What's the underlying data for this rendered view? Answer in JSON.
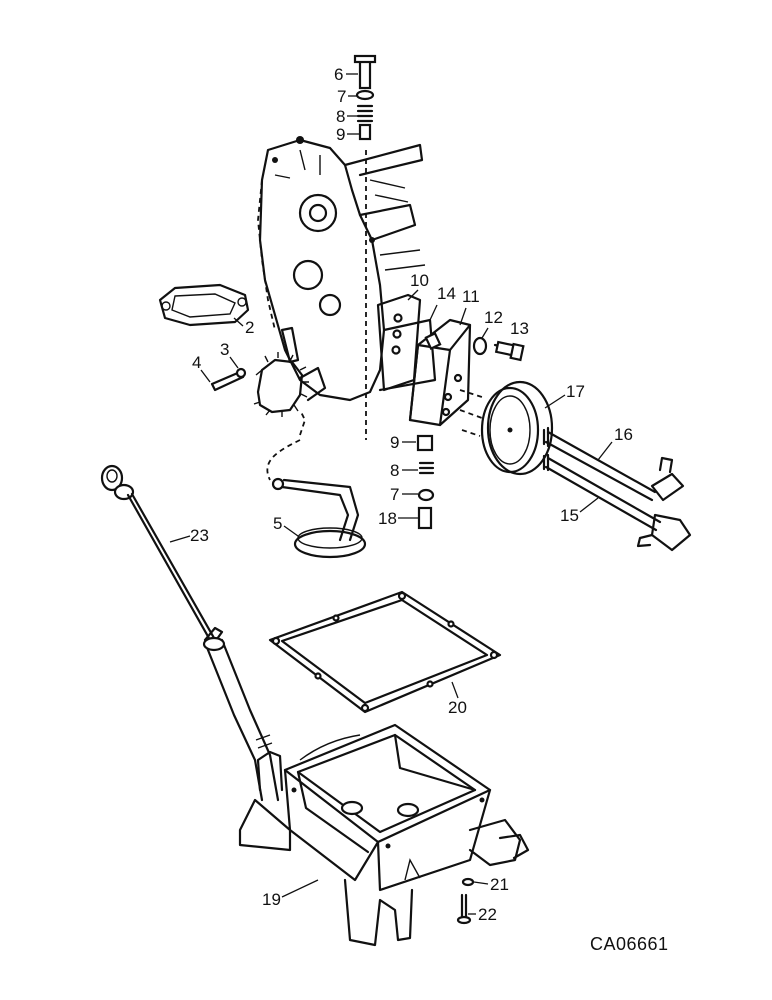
{
  "diagram": {
    "drawing_code": "CA06661",
    "callouts": [
      {
        "id": "c6",
        "label": "6"
      },
      {
        "id": "c7a",
        "label": "7"
      },
      {
        "id": "c8a",
        "label": "8"
      },
      {
        "id": "c9a",
        "label": "9"
      },
      {
        "id": "c2",
        "label": "2"
      },
      {
        "id": "c10",
        "label": "10"
      },
      {
        "id": "c14",
        "label": "14"
      },
      {
        "id": "c11",
        "label": "11"
      },
      {
        "id": "c12",
        "label": "12"
      },
      {
        "id": "c13",
        "label": "13"
      },
      {
        "id": "c4",
        "label": "4"
      },
      {
        "id": "c3",
        "label": "3"
      },
      {
        "id": "c17",
        "label": "17"
      },
      {
        "id": "c16",
        "label": "16"
      },
      {
        "id": "c9b",
        "label": "9"
      },
      {
        "id": "c8b",
        "label": "8"
      },
      {
        "id": "c7b",
        "label": "7"
      },
      {
        "id": "c18",
        "label": "18"
      },
      {
        "id": "c15",
        "label": "15"
      },
      {
        "id": "c5",
        "label": "5"
      },
      {
        "id": "c23",
        "label": "23"
      },
      {
        "id": "c20",
        "label": "20"
      },
      {
        "id": "c19",
        "label": "19"
      },
      {
        "id": "c21",
        "label": "21"
      },
      {
        "id": "c22",
        "label": "22"
      }
    ]
  }
}
